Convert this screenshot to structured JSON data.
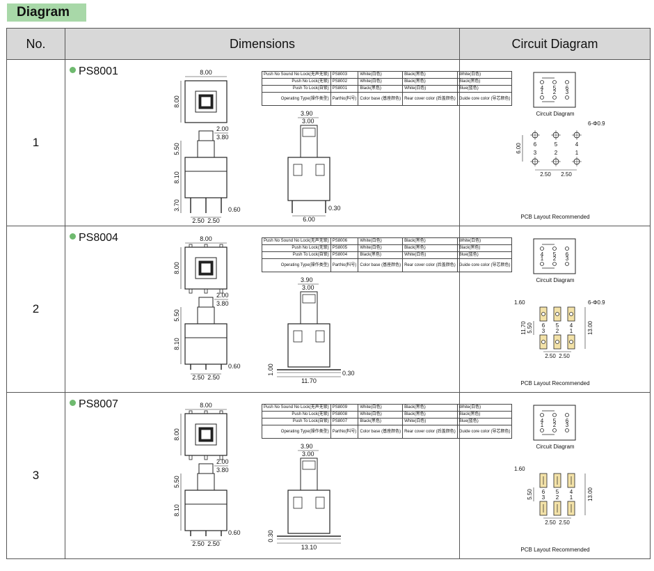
{
  "header_tag": "Diagram",
  "columns": {
    "no": "No.",
    "dimensions": "Dimensions",
    "circuit": "Circuit Diagram"
  },
  "spec_labels": {
    "no_sound_no_lock": "Push No Sound No Lock(无声无锁)",
    "no_lock": "Push No Lock(无锁)",
    "to_lock": "Push To Lock(自锁)",
    "operating_type": "Operating Type(操作类型)",
    "part_no": "PartNo(料号)",
    "color_base": "Color base (基座颜色)",
    "rear_cover": "Rear cover color (后盖颜色)",
    "guide_core": "Guide core color (导芯颜色)",
    "white": "White(白色)",
    "black": "Black(黑色)",
    "blue": "Blue(蓝色)"
  },
  "circuit_caption": "Circuit Diagram",
  "pcb_caption": "PCB Layout Recommended",
  "rows": [
    {
      "no": "1",
      "name": "PS8001",
      "parts": {
        "no_sound_no_lock": "PS8003",
        "no_lock": "PS8002",
        "to_lock": "PS8001"
      },
      "dims": {
        "top_w": "8.00",
        "top_h": "8.00",
        "stem_w": "2.00",
        "stem_w2": "3.80",
        "stem_h": "5.50",
        "body_h": "8.10",
        "pin_h": "3.70",
        "pin_w": "0.60",
        "pitch_a": "2.50",
        "pitch_b": "2.50",
        "side_top": "3.90",
        "side_top2": "3.00",
        "side_base": "6.00",
        "side_pin": "0.30",
        "side_h": ""
      },
      "pcb": {
        "hole": "6-Φ0.9",
        "row_gap": "6.00",
        "pitch_a": "2.50",
        "pitch_b": "2.50",
        "pad_w": "",
        "v1": "",
        "v2": "",
        "v3": ""
      }
    },
    {
      "no": "2",
      "name": "PS8004",
      "parts": {
        "no_sound_no_lock": "PS8006",
        "no_lock": "PS8005",
        "to_lock": "PS8004"
      },
      "dims": {
        "top_w": "8.00",
        "top_h": "8.00",
        "stem_w": "2.00",
        "stem_w2": "3.80",
        "stem_h": "5.50",
        "body_h": "8.10",
        "pin_h": "",
        "pin_w": "0.60",
        "pitch_a": "2.50",
        "pitch_b": "2.50",
        "side_top": "3.90",
        "side_top2": "3.00",
        "side_base": "11.70",
        "side_pin": "0.30",
        "side_h": "1.00"
      },
      "pcb": {
        "hole": "6-Φ0.9",
        "row_gap": "",
        "pitch_a": "2.50",
        "pitch_b": "2.50",
        "pad_w": "1.60",
        "v1": "11.70",
        "v2": "5.50",
        "v3": "13.00"
      }
    },
    {
      "no": "3",
      "name": "PS8007",
      "parts": {
        "no_sound_no_lock": "PS8009",
        "no_lock": "PS8008",
        "to_lock": "PS8007"
      },
      "dims": {
        "top_w": "8.00",
        "top_h": "8.00",
        "stem_w": "2.00",
        "stem_w2": "3.80",
        "stem_h": "5.50",
        "body_h": "8.10",
        "pin_h": "",
        "pin_w": "0.60",
        "pitch_a": "2.50",
        "pitch_b": "2.50",
        "side_top": "3.90",
        "side_top2": "3.00",
        "side_base": "13.10",
        "side_pin": "",
        "side_h": "0.30"
      },
      "pcb": {
        "hole": "",
        "row_gap": "",
        "pitch_a": "2.50",
        "pitch_b": "2.50",
        "pad_w": "1.60",
        "v1": "",
        "v2": "5.50",
        "v3": "13.00"
      }
    }
  ]
}
